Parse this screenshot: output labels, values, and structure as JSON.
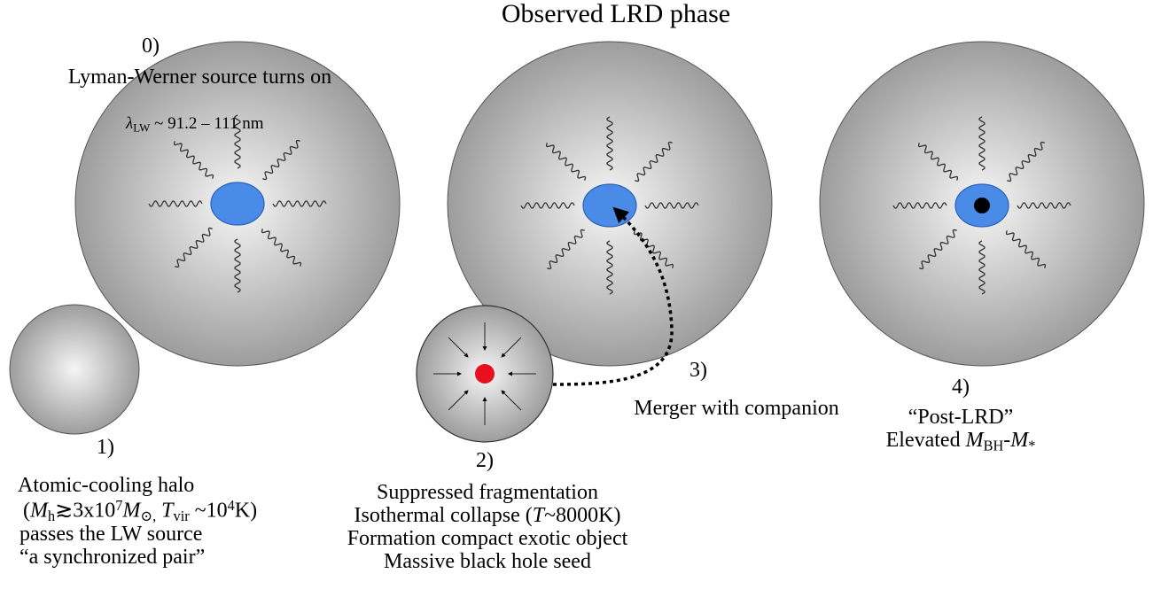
{
  "title": "Observed LRD phase",
  "step0": {
    "number": "0)",
    "caption": "Lyman-Werner source turns on",
    "wavelength": {
      "symbol": "λ",
      "sub": "LW",
      "range": " ~ 91.2 – 111 nm"
    }
  },
  "step1": {
    "number": "1)",
    "line1": "Atomic-cooling halo",
    "line2": {
      "open": "(",
      "m": "M",
      "m_sub": "h",
      "mass": "≳3x10",
      "mass_exp": "7",
      "msun": "M",
      "msun_sub": "⊙,",
      "t": " T",
      "t_sub": "vir",
      "temp": " ~10",
      "temp_exp": "4",
      "close": "K)"
    },
    "line3": "passes the LW source",
    "line4": "“a synchronized pair”"
  },
  "step2": {
    "number": "2)",
    "line1": "Suppressed fragmentation",
    "line2": {
      "pre": "Isothermal collapse (",
      "t": "T",
      "post": "~8000K)"
    },
    "line3": "Formation compact exotic object",
    "line4": "Massive black hole seed"
  },
  "step3": {
    "number": "3)",
    "caption": "Merger with companion"
  },
  "step4": {
    "number": "4)",
    "line1": "“Post-LRD”",
    "line2": {
      "pre": "Elevated ",
      "m1": "M",
      "m1_sub": "BH",
      "dash": "-",
      "m2": "M",
      "m2_sub": "*"
    }
  },
  "colors": {
    "halo_center": "#f6f6f6",
    "halo_edge": "#9d9d9d",
    "core": "#4a8be8",
    "core_stroke": "#2a63b8",
    "seed": "#e8101d",
    "black_hole": "#000000"
  }
}
